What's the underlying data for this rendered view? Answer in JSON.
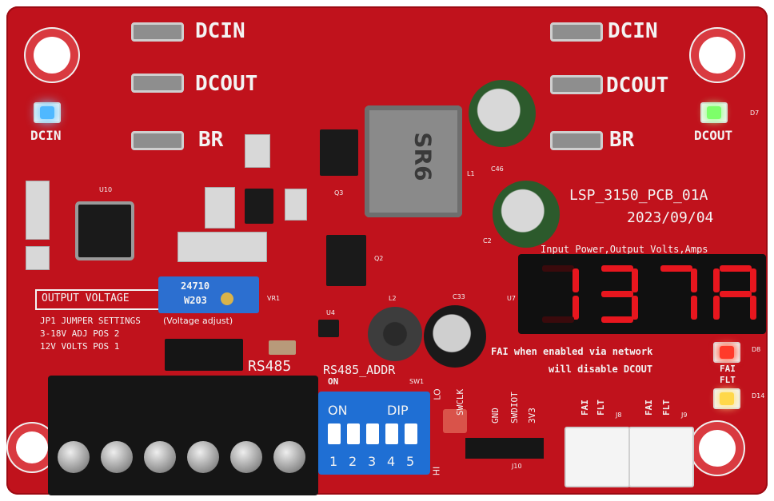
{
  "silkscreen": {
    "dcin_top_left": "DCIN",
    "dcout_top_left": "DCOUT",
    "br_left": "BR",
    "dcin_top_right": "DCIN",
    "dcout_top_right": "DCOUT",
    "br_right": "BR",
    "dcin_led_label": "DCIN",
    "dcout_led_label": "DCOUT",
    "board_name": "LSP_3150_PCB_01A",
    "board_date": "2023/09/04",
    "display_caption": "Input Power,Output Volts,Amps",
    "output_voltage_box": "OUTPUT VOLTAGE",
    "jumper_settings_1": "JP1 JUMPER SETTINGS",
    "jumper_settings_2": "3-18V ADJ  POS 2",
    "jumper_settings_3": "12V VOLTS  POS 1",
    "voltage_adjust": "(Voltage adjust)",
    "rs485": "RS485",
    "rs485_addr": "RS485_ADDR",
    "on_label": "ON",
    "fai_note_1": "FAI when enabled via network",
    "fai_note_2": "will disable DCOUT",
    "fai_label": "FAI",
    "flt_label": "FLT",
    "swclk": "SWCLK",
    "gnd": "GND",
    "swdio": "SWDIOT",
    "v3v3": "3V3",
    "lo": "LO",
    "hi": "HI",
    "vr1": "VR1",
    "trimmer_text": "W203",
    "trimmer_code": "24710",
    "inductor_mark": "SR6",
    "u10": "U10",
    "u7": "U7",
    "u4": "U4",
    "l1": "L1",
    "l2": "L2",
    "c33": "C33",
    "c46": "C46",
    "c2": "C2",
    "q2": "Q2",
    "q3": "Q3",
    "d7": "D7",
    "d8": "D8",
    "d14": "D14",
    "j8": "J8",
    "j9": "J9",
    "j10": "J10",
    "sw1": "SW1"
  },
  "dip_switch": {
    "on": "ON",
    "dip": "DIP",
    "n1": "1",
    "n2": "2",
    "n3": "3",
    "n4": "4",
    "n5": "5"
  },
  "j8": {
    "fai": "FAI",
    "flt": "FLT"
  },
  "j9": {
    "fai": "FAI",
    "flt": "FLT"
  },
  "colors": {
    "pcb": "#c0121c",
    "silkscreen": "#f3f3f3",
    "led_blue": "#4fb8ff",
    "led_green": "#7dff6a",
    "led_red": "#ff3a2a",
    "led_yellow": "#ffd84a",
    "display_segment": "#e8161e"
  }
}
